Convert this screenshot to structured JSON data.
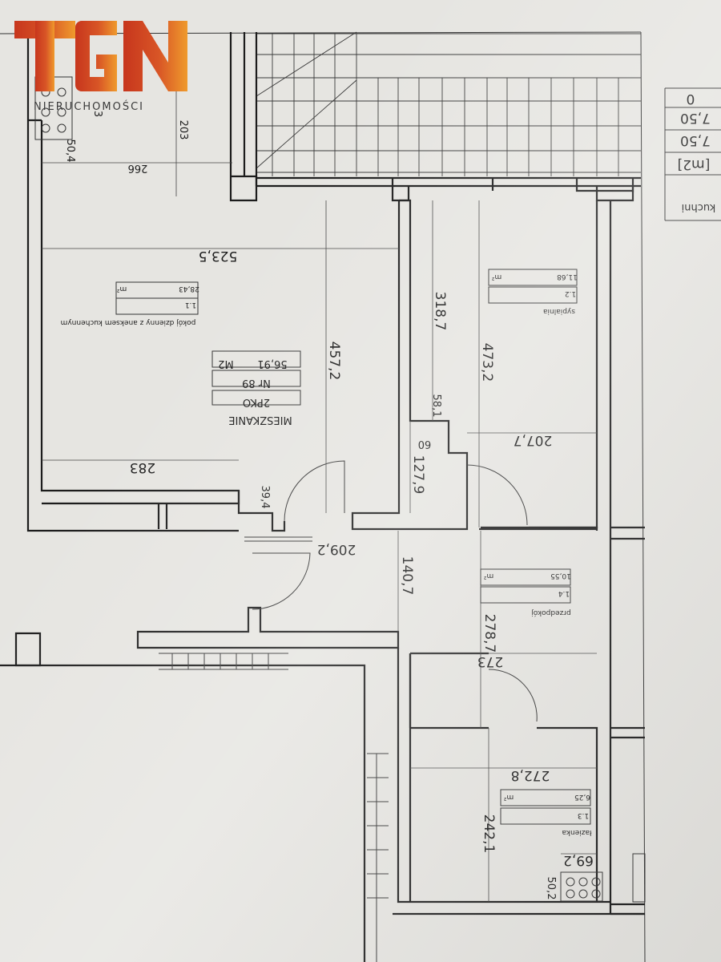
{
  "logo": {
    "text": "TGN",
    "subtitle": "NIERUCHOMOŚCI",
    "color_orange": "#e8792a",
    "color_red": "#c7361d"
  },
  "apartment": {
    "title": "MIESZKANIE",
    "rooms": "2PKO",
    "number": "Nr 89",
    "area": "56,91",
    "area_unit": "M2"
  },
  "rooms": {
    "living": {
      "name": "pokój dzienny z aneksem kuchennym",
      "index": "1.1",
      "area": "28,43",
      "unit": "m²"
    },
    "bedroom": {
      "name": "sypialnia",
      "index": "1.2",
      "area": "11,68",
      "unit": "m²"
    },
    "hall": {
      "name": "przedpokój",
      "index": "1.4",
      "area": "10,55",
      "unit": "m²"
    },
    "bath": {
      "name": "łazienka",
      "index": "1.3",
      "area": "6,25",
      "unit": "m²"
    }
  },
  "dims": {
    "d_50_4": "50,4",
    "d_203": "203",
    "d_266": "266",
    "d_523_5": "523,5",
    "d_457_2": "457,2",
    "d_318_7": "318,7",
    "d_473_2": "473,2",
    "d_58_1": "58,1",
    "d_60": "60",
    "d_207_7": "207,7",
    "d_283": "283",
    "d_127_9": "127,9",
    "d_39_4": "39,4",
    "d_209_2": "209,2",
    "d_140_7": "140,7",
    "d_278_7": "278,7",
    "d_273": "273",
    "d_272_8": "272,8",
    "d_242_1": "242,1",
    "d_69_2": "69,2",
    "d_50_2": "50,2",
    "d_3": "3"
  },
  "side_table": {
    "r0": "0",
    "r1": "7,50",
    "r2": "7,50",
    "r3": "[m2]",
    "r4": "kuchni"
  }
}
